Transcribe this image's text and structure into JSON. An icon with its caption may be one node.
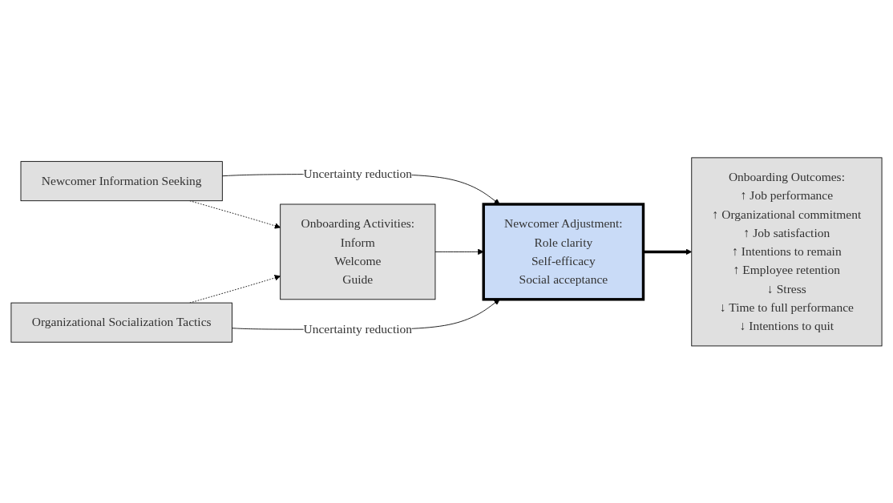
{
  "diagram": {
    "nodes": [
      {
        "text": [
          "Newcomer Information Seeking"
        ]
      },
      {
        "text": [
          "Onboarding Activities:",
          "Inform",
          "Welcome",
          "Guide"
        ]
      },
      {
        "text": [
          "Organizational Socialization Tactics"
        ]
      },
      {
        "text": [
          "Newcomer Adjustment:",
          "Role clarity",
          "Self-efficacy",
          "Social acceptance"
        ]
      },
      {
        "text": [
          "Onboarding Outcomes:",
          "↑ Job performance",
          "↑ Organizational commitment",
          "↑ Job satisfaction",
          "↑ Intentions to remain",
          "↑ Employee retention",
          "↓ Stress",
          "↓ Time to full performance",
          "↓ Intentions to quit"
        ]
      }
    ],
    "edges": [
      {
        "from": 0,
        "to": 3,
        "arrow": "to",
        "label": "Uncertainty reduction"
      },
      {
        "from": 0,
        "to": 1,
        "arrow": "to",
        "style": "dashed"
      },
      {
        "from": 1,
        "to": 3,
        "arrow": "to"
      },
      {
        "from": 2,
        "to": 1,
        "arrow": "to",
        "style": "dashed"
      },
      {
        "from": 2,
        "to": 3,
        "arrow": "to",
        "label": "Uncertainty reduction"
      },
      {
        "from": 3,
        "to": 4,
        "arrow": "to",
        "style": "thick"
      }
    ]
  }
}
